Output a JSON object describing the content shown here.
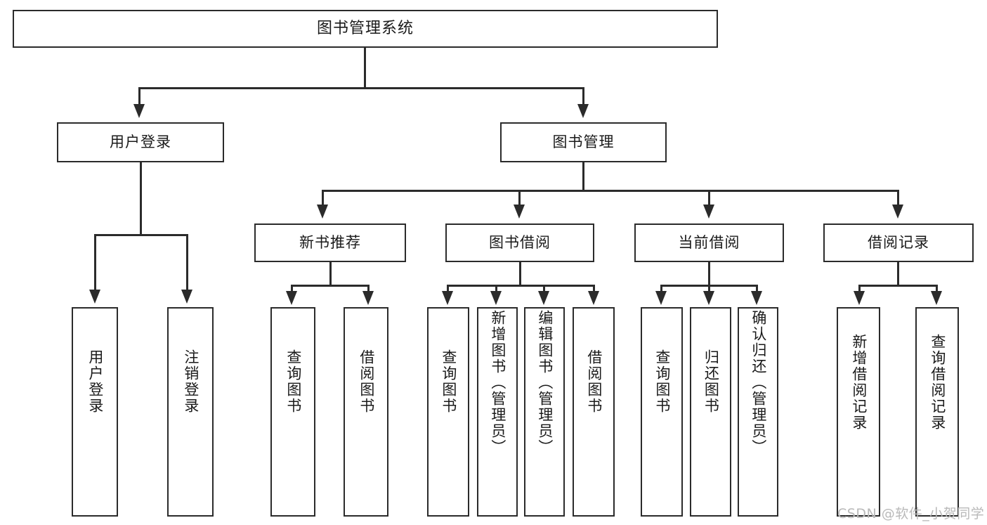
{
  "diagram": {
    "title": "图书管理系统",
    "watermark": "CSDN @软件_小贺同学",
    "colors": {
      "stroke": "#2b2b2b",
      "fill": "#ffffff",
      "text": "#1a1a1a",
      "watermark": "#b9b9b9"
    },
    "root": {
      "label": "图书管理系统"
    },
    "level1": [
      {
        "label": "用户登录"
      },
      {
        "label": "图书管理"
      }
    ],
    "level2": [
      {
        "label": "新书推荐"
      },
      {
        "label": "图书借阅"
      },
      {
        "label": "当前借阅"
      },
      {
        "label": "借阅记录"
      }
    ],
    "leaves": {
      "user_login": [
        {
          "label": "用户登录"
        },
        {
          "label": "注销登录"
        }
      ],
      "new_book_recommend": [
        {
          "label": "查询图书"
        },
        {
          "label": "借阅图书"
        }
      ],
      "book_borrow": [
        {
          "label": "查询图书"
        },
        {
          "label": "新增图书（管理员）"
        },
        {
          "label": "编辑图书（管理员）"
        },
        {
          "label": "借阅图书"
        }
      ],
      "current_borrow": [
        {
          "label": "查询图书"
        },
        {
          "label": "归还图书"
        },
        {
          "label": "确认归还（管理员）"
        }
      ],
      "borrow_record": [
        {
          "label": "新增借阅记录"
        },
        {
          "label": "查询借阅记录"
        }
      ]
    }
  }
}
